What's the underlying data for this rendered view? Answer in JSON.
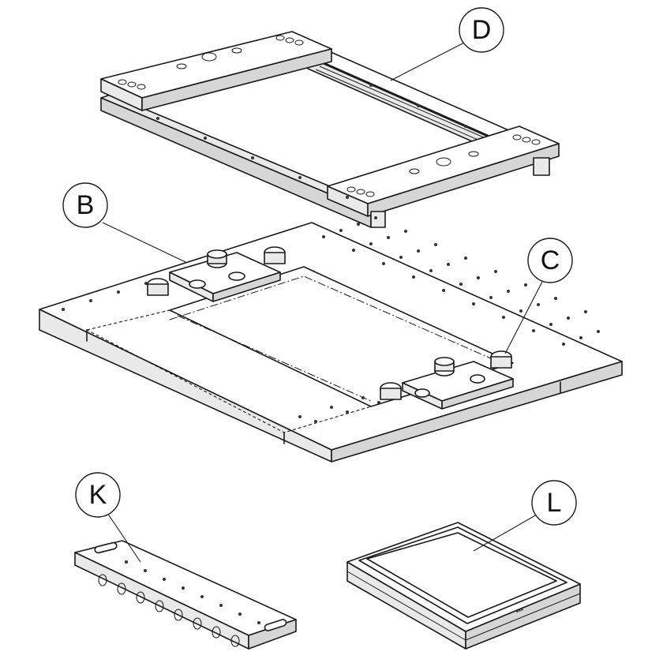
{
  "callouts": {
    "d": "D",
    "b": "B",
    "c": "C",
    "k": "K",
    "l": "L"
  },
  "colors": {
    "line": "#1a1a1a",
    "face_top": "#ffffff",
    "face_side": "#e9e9e9"
  },
  "icons": [
    "pallet-frame-drawing",
    "base-plate-drawing",
    "clamping-module-drawing",
    "clamping-rail-drawing",
    "tray-stack-drawing"
  ]
}
